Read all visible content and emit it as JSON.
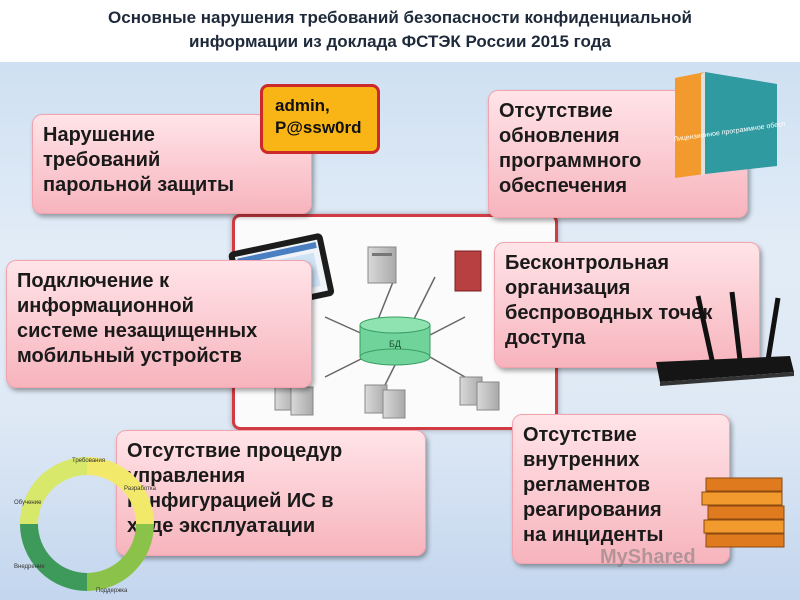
{
  "title": {
    "line1": "Основные нарушения требований безопасности конфиденциальной",
    "line2": "информации из доклада ФСТЭК России 2015 года"
  },
  "password_note": {
    "line1": "admin,",
    "line2": "P@ssw0rd"
  },
  "cards": {
    "password": [
      "Нарушение",
      "требований",
      "парольной защиты"
    ],
    "updates": [
      "Отсутствие",
      "обновления",
      "программного",
      "обеспечения"
    ],
    "mobile": [
      "Подключение к",
      "информационной",
      "системе незащищенных",
      "мобильный устройств"
    ],
    "wireless": [
      "Бесконтрольная",
      "организация",
      "беспроводных точек",
      "доступа"
    ],
    "config": [
      "Отсутствие процедур",
      "управления",
      "конфигурацией ИС в",
      "ходе эксплуатации"
    ],
    "incidents": [
      "Отсутствие",
      "внутренних",
      "регламентов",
      "реагирования",
      "на инциденты"
    ]
  },
  "db_label": "БД",
  "book_label": "Лицензионное программное обеспечение",
  "cycle_labels": [
    "Требования",
    "Обучение",
    "Поддержка",
    "Внедрение",
    "Разработка"
  ],
  "watermark": "MyShared",
  "colors": {
    "card_top": "#ffe4e8",
    "card_bottom": "#f7b4bd",
    "note_fill": "#f9b515",
    "note_border": "#cc2a2a",
    "frame_border": "#d23b43",
    "db_fill": "#6fd39a"
  }
}
